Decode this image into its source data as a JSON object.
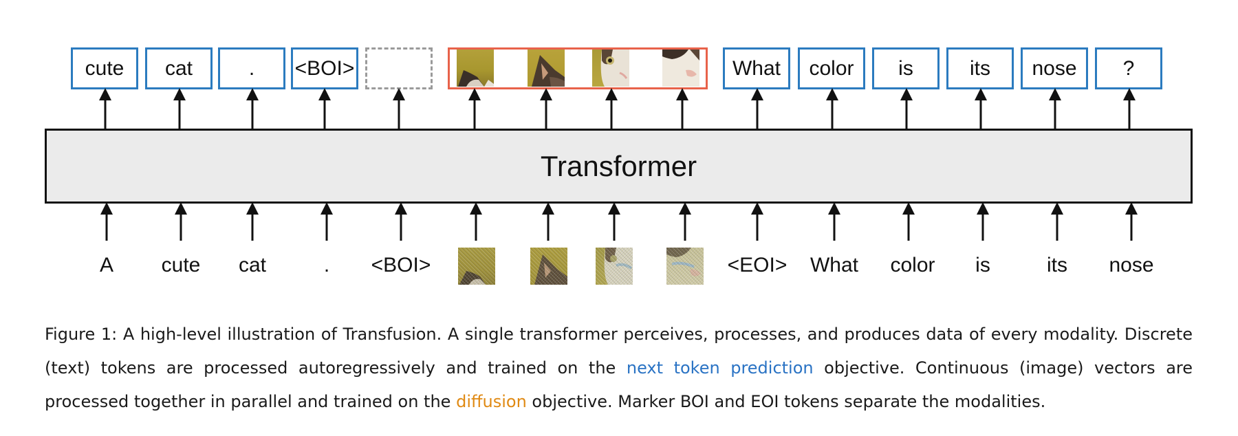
{
  "figure": {
    "output_tokens": [
      "cute",
      "cat",
      ".",
      "<BOI>",
      "",
      "What",
      "color",
      "is",
      "its",
      "nose",
      "?"
    ],
    "input_tokens": [
      "A",
      "cute",
      "cat",
      ".",
      "<BOI>",
      "<EOI>",
      "What",
      "color",
      "is",
      "its",
      "nose"
    ],
    "transformer_label": "Transformer",
    "colors": {
      "text_token_border": "#2b7bbf",
      "image_group_border": "#e8624a",
      "placeholder_border": "#9a9a9a",
      "transformer_fill": "#ebebeb"
    }
  },
  "caption": {
    "label": "Figure 1:",
    "part1": " A high-level illustration of Transfusion. A single transformer perceives, processes, and produces data of every modality. Discrete (text) tokens are processed autoregressively and trained on the ",
    "highlight1": "next token prediction",
    "part2": " objective. Continuous (image) vectors are processed together in parallel and trained on the ",
    "highlight2": "diffusion",
    "part3": " objective. Marker BOI and EOI tokens separate the modalities."
  }
}
